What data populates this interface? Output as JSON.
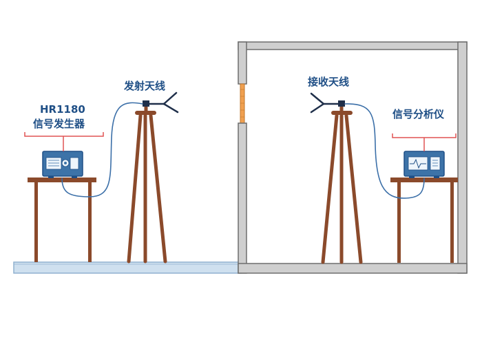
{
  "labels": {
    "generator_model": "HR1180",
    "generator_name": "信号发生器",
    "tx_antenna": "发射天线",
    "rx_antenna": "接收天线",
    "analyzer_name": "信号分析仪"
  },
  "colors": {
    "label_text": "#1f4f86",
    "bracket": "#e05252",
    "wood": "#8b4a2b",
    "floor_fill": "#cfe0ef",
    "floor_edge": "#8fb1cf",
    "wall_fill": "#cfcfcf",
    "wall_edge": "#6d6d6d",
    "aperture": "#f0a050",
    "device_blue": "#3d73a8",
    "cable": "#3b6fa8"
  },
  "icons": {
    "generator_screen": "signal-generator-display-icon",
    "analyzer_screen": "waveform-display-icon"
  }
}
